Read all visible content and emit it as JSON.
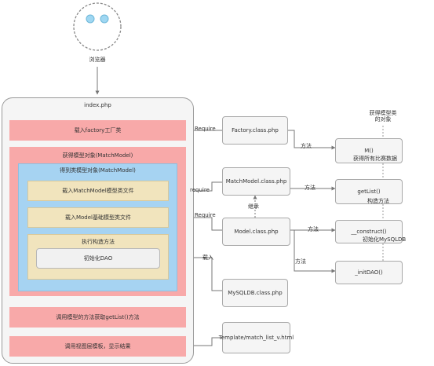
{
  "browser": {
    "label": "浏览器"
  },
  "main_container": {
    "label": "index.php"
  },
  "main_steps": {
    "factory": "载入factory工厂类",
    "get_object": "获得模型对象(MatchModel)",
    "get_model_object": "得到类模型对象(MatchModel)",
    "load_matchmodel": "载入MatchModel模型类文件",
    "load_model": "载入Model基础模型类文件",
    "execute_constructor": "执行构造方法",
    "init_dao": "初始化DAO",
    "call_getlist": "调用模型的方法获取getList()方法",
    "call_template": "调用视图层模板，显示结果"
  },
  "files": {
    "factory": "Factory.class.php",
    "matchmodel": "MatchModel.class.php",
    "model": "Model.class.php",
    "mysqldb": "MySQLDB.class.php",
    "template": "Template/match_list_v.html"
  },
  "methods": {
    "m": "M()",
    "getlist": "getList()",
    "construct": "__construct()",
    "initdao": "_initDAO()"
  },
  "notes": {
    "get_model_object": "获得模型类\n的对象",
    "get_all_data": "获得所有比赛数据",
    "constructor": "构造方法",
    "init_mysqldb": "初始化MySQLDB"
  },
  "edge_labels": {
    "require1": "Require",
    "require2": "require",
    "require3": "Require",
    "load": "载入",
    "inherit": "继承",
    "method1": "方法",
    "method2": "方法",
    "method3": "方法",
    "method4": "方法"
  }
}
